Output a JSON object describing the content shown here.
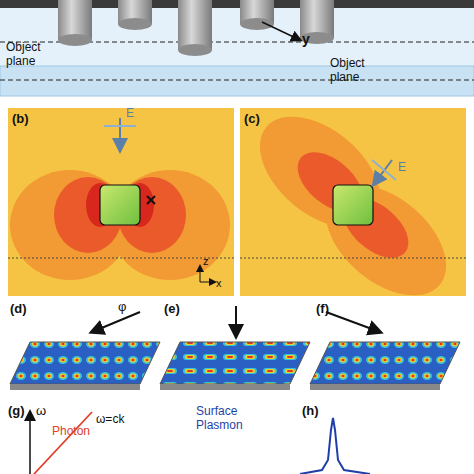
{
  "diagram": {
    "labels": [
      "Object plane",
      "Object plane",
      "y",
      "(b)",
      "E",
      "x",
      "z",
      "(c)",
      "E",
      "(d)",
      "φ",
      "(e)",
      "(f)",
      "(g)",
      "ω",
      "Photon",
      "ω=ck",
      "Surface Plasmon",
      "(h)"
    ]
  }
}
